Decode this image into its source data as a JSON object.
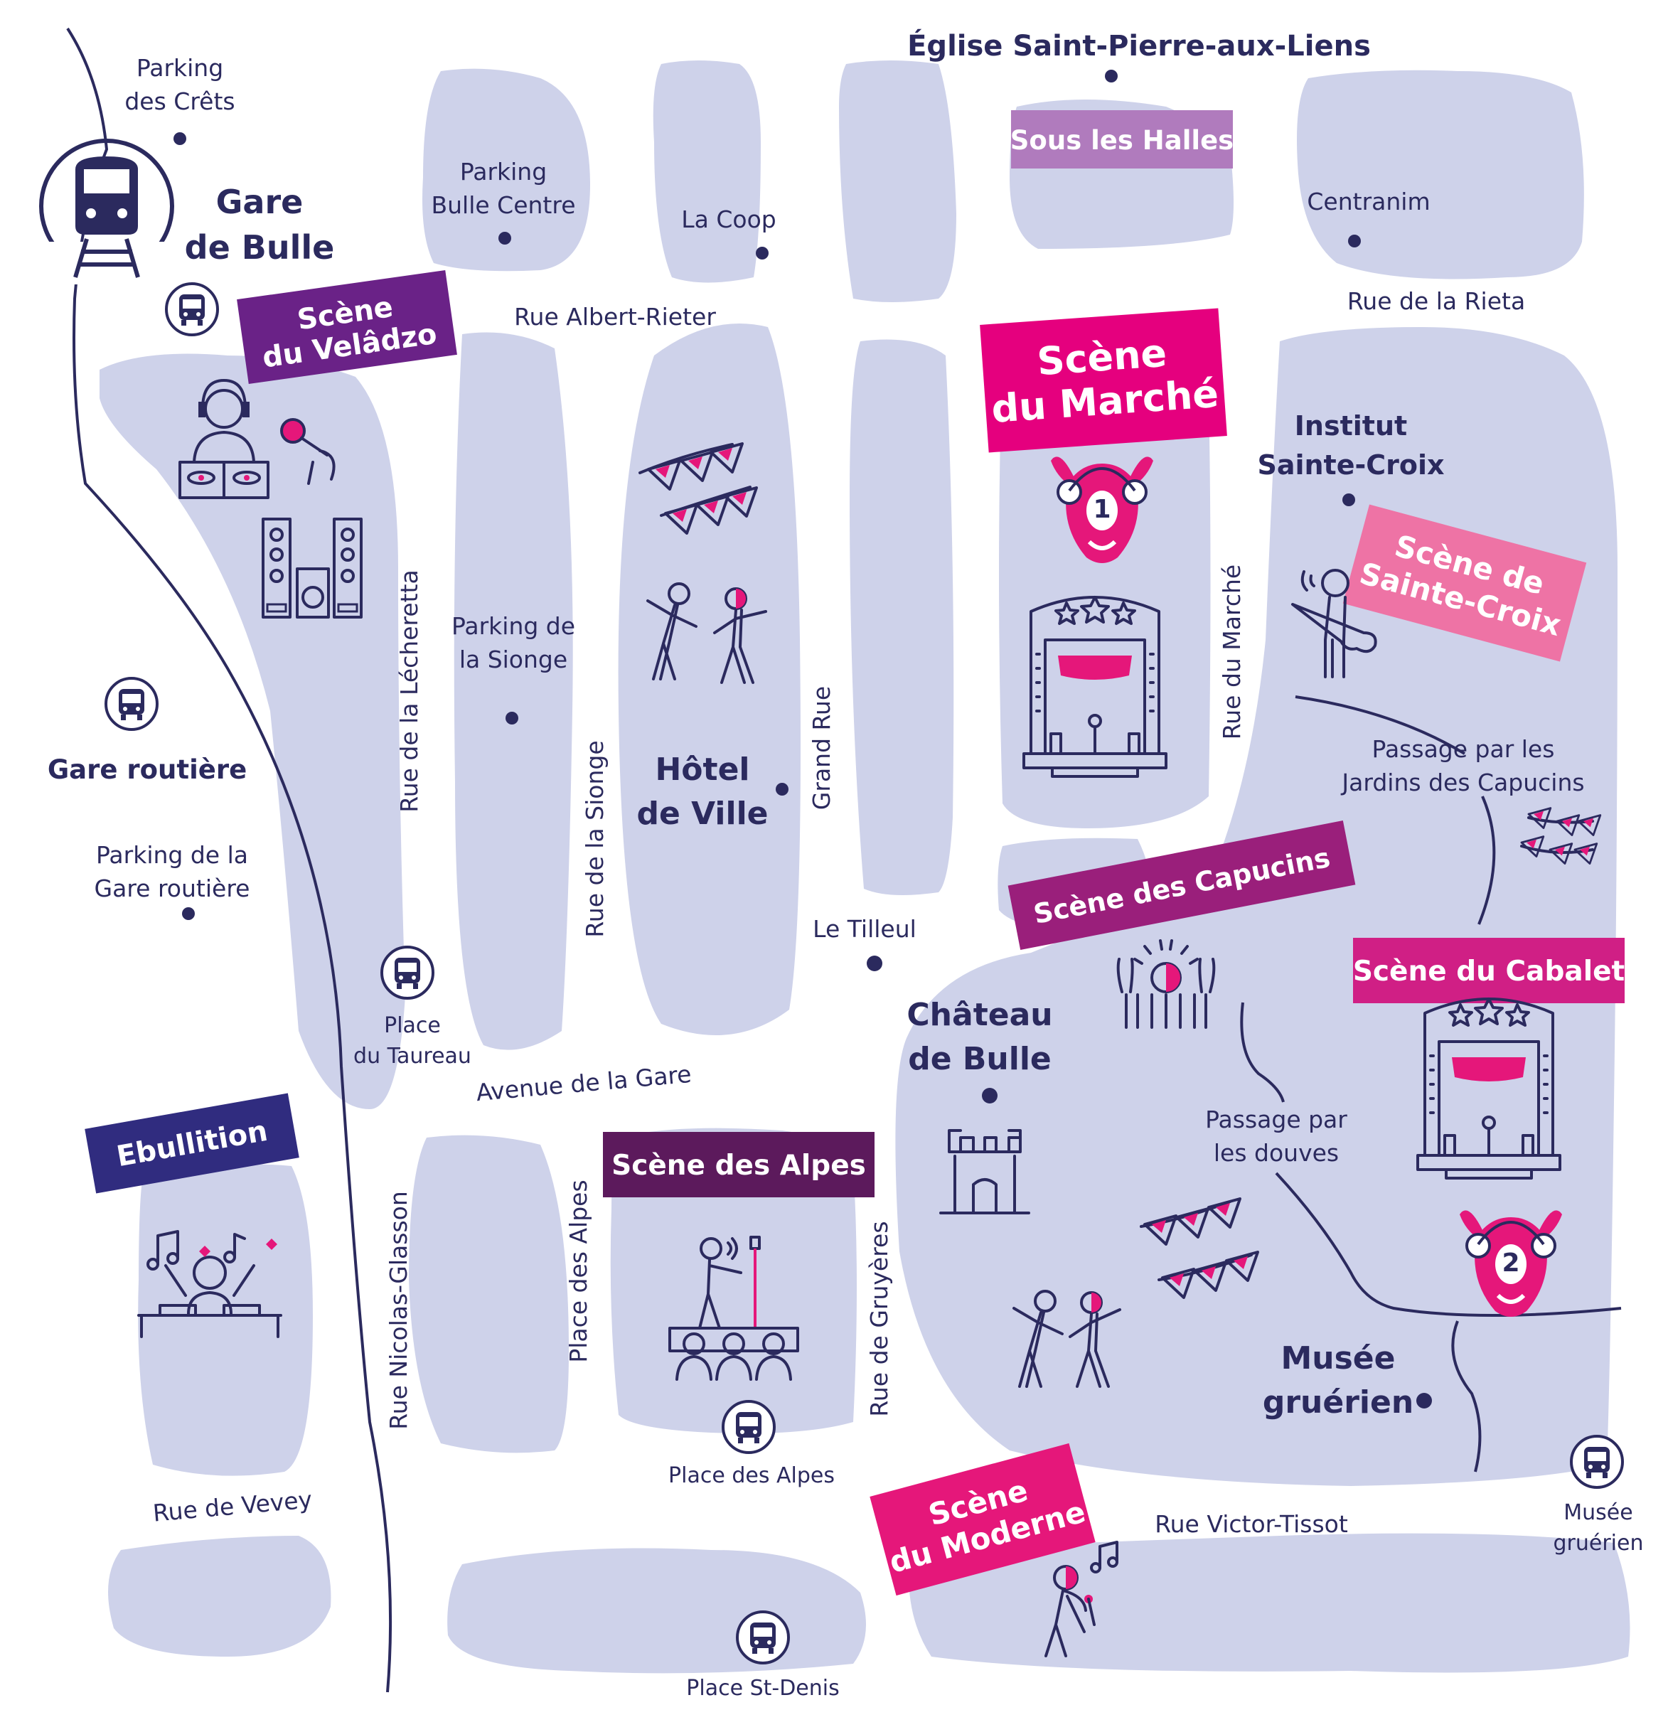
{
  "colors": {
    "block": "#ced2ea",
    "navy": "#2b2a5e",
    "stage_veladzo": "#6a2287",
    "stage_halles": "#b07bbd",
    "stage_marche": "#e5007e",
    "stage_sainte_croix": "#ee73a5",
    "stage_capucins": "#9a1f7b",
    "stage_cabalet": "#d01f85",
    "stage_alpes": "#5c1a5c",
    "stage_moderne": "#e5177a",
    "stage_ebullition": "#302c7f",
    "accent_pink": "#e5177a"
  },
  "landmarks": {
    "gare_line1": "Gare",
    "gare_line2": "de Bulle",
    "gare_routiere": "Gare routière",
    "eglise": "Église Saint-Pierre-aux-Liens",
    "hotel_line1": "Hôtel",
    "hotel_line2": "de Ville",
    "chateau_line1": "Château",
    "chateau_line2": "de Bulle",
    "musee_line1": "Musée",
    "musee_line2": "gruérien",
    "institut_line1": "Institut",
    "institut_line2": "Sainte-Croix"
  },
  "places": {
    "parking_crets_1": "Parking",
    "parking_crets_2": "des Crêts",
    "parking_bulle_1": "Parking",
    "parking_bulle_2": "Bulle Centre",
    "coop": "La Coop",
    "centranim": "Centranim",
    "parking_sionge_1": "Parking de",
    "parking_sionge_2": "la Sionge",
    "parking_gare_1": "Parking de la",
    "parking_gare_2": "Gare routière",
    "tilleul": "Le Tilleul",
    "passage_capucins_1": "Passage par les",
    "passage_capucins_2": "Jardins des Capucins",
    "passage_douves_1": "Passage par",
    "passage_douves_2": "les douves"
  },
  "streets": {
    "albert_rieter": "Rue Albert-Rieter",
    "rieta": "Rue de la Rieta",
    "lecheretta": "Rue de la Lécheretta",
    "sionge": "Rue de la Sionge",
    "grand_rue": "Grand Rue",
    "marche": "Rue du Marché",
    "avenue_gare": "Avenue de la Gare",
    "nicolas_glasson": "Rue Nicolas-Glasson",
    "place_alpes": "Place des Alpes",
    "gruyeres": "Rue de Gruyères",
    "vevey": "Rue de Vevey",
    "victor_tissot": "Rue Victor-Tissot"
  },
  "bus_stops": {
    "taureau_1": "Place",
    "taureau_2": "du Taureau",
    "alpes": "Place des Alpes",
    "st_denis": "Place St-Denis",
    "musee_1": "Musée",
    "musee_2": "gruérien"
  },
  "stages": {
    "veladzo_1": "Scène",
    "veladzo_2": "du Velâdzo",
    "halles": "Sous les Halles",
    "marche_1": "Scène",
    "marche_2": "du Marché",
    "sainte_croix_1": "Scène de",
    "sainte_croix_2": "Sainte-Croix",
    "capucins": "Scène des Capucins",
    "cabalet": "Scène du Cabalet",
    "alpes": "Scène des Alpes",
    "moderne_1": "Scène",
    "moderne_2": "du Moderne",
    "ebullition": "Ebullition"
  },
  "cow_numbers": {
    "marche": "1",
    "cabalet": "2"
  },
  "icons": [
    "train-icon",
    "bus-icon",
    "dj-icon",
    "speakers-icon",
    "microphone-icon",
    "bunting-icon",
    "dancers-icon",
    "stage-icon",
    "cow-icon",
    "guitarist-icon",
    "crowd-icon",
    "castle-tower-icon",
    "singer-icon",
    "music-notes-icon"
  ]
}
